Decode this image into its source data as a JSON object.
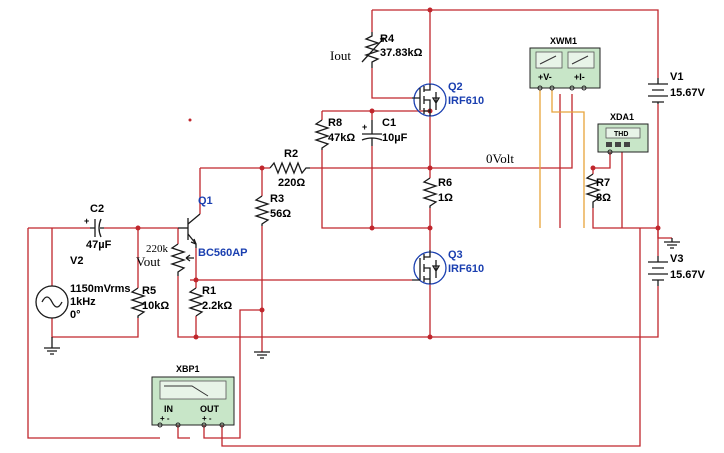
{
  "components": {
    "r4": {
      "ref": "R4",
      "value": "37.83kΩ"
    },
    "q2": {
      "ref": "Q2",
      "model": "IRF610"
    },
    "q3": {
      "ref": "Q3",
      "model": "IRF610"
    },
    "r8": {
      "ref": "R8",
      "value": "47kΩ"
    },
    "c1": {
      "ref": "C1",
      "value": "10µF"
    },
    "r2": {
      "ref": "R2",
      "value": "220Ω"
    },
    "r6": {
      "ref": "R6",
      "value": "1Ω"
    },
    "r7": {
      "ref": "R7",
      "value": "8Ω"
    },
    "r3": {
      "ref": "R3",
      "value": "56Ω"
    },
    "q1": {
      "ref": "Q1",
      "model": "BC560AP"
    },
    "c2": {
      "ref": "C2",
      "value": "47µF"
    },
    "v2": {
      "ref": "V2",
      "amplitude": "1150mVrms",
      "frequency": "1kHz",
      "phase": "0°"
    },
    "r5": {
      "ref": "R5",
      "value": "10kΩ"
    },
    "r1": {
      "ref": "R1",
      "value": "2.2kΩ"
    },
    "v1": {
      "ref": "V1",
      "value": "15.67V"
    },
    "v3": {
      "ref": "V3",
      "value": "15.67V"
    }
  },
  "instruments": {
    "xwm1": {
      "ref": "XWM1",
      "v_label": "+V-",
      "i_label": "+I-"
    },
    "xda1": {
      "ref": "XDA1",
      "screen": "THD"
    },
    "xbp1": {
      "ref": "XBP1",
      "in_label": "IN",
      "out_label": "OUT",
      "in_pins": "+ -",
      "out_pins": "+ -"
    }
  },
  "annotations": {
    "iout": "Iout",
    "zero_volt": "0Volt",
    "pot_value": "220k",
    "vout": "Vout"
  },
  "colors": {
    "wire": "#c0262c",
    "probe_wire": "#e8a33a",
    "component": "#1a1a1a",
    "transistor_label": "#1a3fb0",
    "instrument_body": "#c8e6c8"
  }
}
